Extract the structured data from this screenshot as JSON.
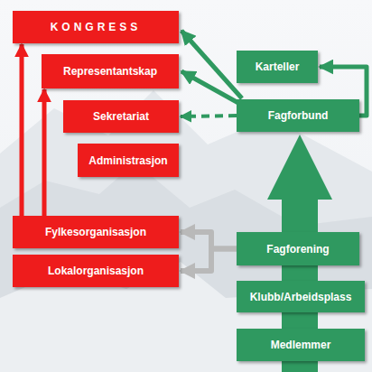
{
  "diagram": {
    "nodes": [
      {
        "text": [
          "KONGRESS"
        ]
      },
      {
        "text": [
          "Karteller"
        ]
      },
      {
        "text": [
          "Representantskap"
        ]
      },
      {
        "text": [
          "Sekretariat"
        ]
      },
      {
        "text": [
          "Fagforbund"
        ]
      },
      {
        "text": [
          "Administrasjon"
        ]
      },
      {
        "text": [
          "Fylkesorganisasjon"
        ]
      },
      {
        "text": [
          "Fagforening"
        ]
      },
      {
        "text": [
          "Lokalorganisasjon"
        ]
      },
      {
        "text": [
          "Klubb/Arbeidsplass"
        ]
      },
      {
        "text": [
          "Medlemmer"
        ]
      }
    ],
    "edges": [
      {
        "from": 6,
        "to": 0,
        "arrow": "to"
      },
      {
        "from": 6,
        "to": 2,
        "arrow": "to"
      },
      {
        "from": 4,
        "to": 0,
        "arrow": "to"
      },
      {
        "from": 4,
        "to": 2,
        "arrow": "to"
      },
      {
        "from": 4,
        "to": 1,
        "arrow": "to"
      },
      {
        "from": 4,
        "to": 3,
        "arrow": "to"
      },
      {
        "from": 7,
        "to": 4,
        "arrow": "to"
      },
      {
        "from": 7,
        "to": 6,
        "arrow": "to"
      },
      {
        "from": 7,
        "to": 8,
        "arrow": "to"
      },
      {
        "from": 10,
        "to": 9,
        "arrow": "none"
      },
      {
        "from": 9,
        "to": 7,
        "arrow": "none"
      }
    ]
  }
}
